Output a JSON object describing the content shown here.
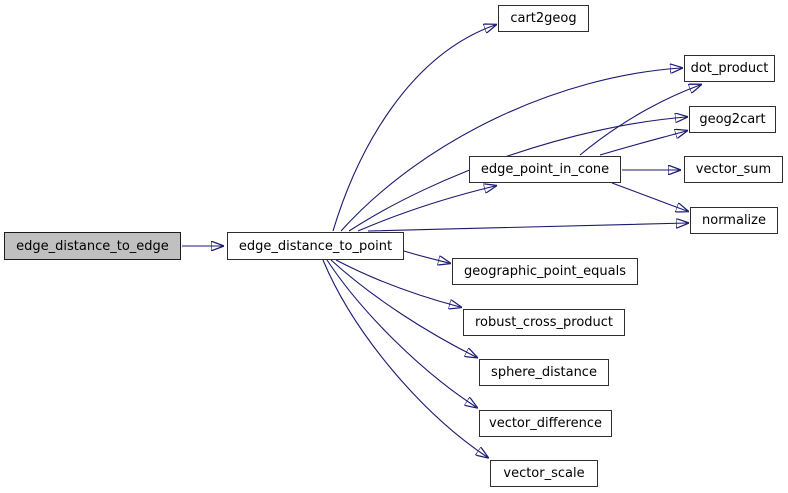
{
  "diagram": {
    "type": "call-graph",
    "colors": {
      "edge": "#191970",
      "node_border": "#2e2e2e",
      "node_fill": "#ffffff",
      "highlighted_node_fill": "#c0c0c0"
    },
    "nodes": [
      {
        "id": "edge_distance_to_edge",
        "label": "edge_distance_to_edge",
        "highlighted": true
      },
      {
        "id": "edge_distance_to_point",
        "label": "edge_distance_to_point",
        "highlighted": false
      },
      {
        "id": "cart2geog",
        "label": "cart2geog",
        "highlighted": false
      },
      {
        "id": "dot_product",
        "label": "dot_product",
        "highlighted": false
      },
      {
        "id": "geog2cart",
        "label": "geog2cart",
        "highlighted": false
      },
      {
        "id": "edge_point_in_cone",
        "label": "edge_point_in_cone",
        "highlighted": false
      },
      {
        "id": "vector_sum",
        "label": "vector_sum",
        "highlighted": false
      },
      {
        "id": "normalize",
        "label": "normalize",
        "highlighted": false
      },
      {
        "id": "geographic_point_equals",
        "label": "geographic_point_equals",
        "highlighted": false
      },
      {
        "id": "robust_cross_product",
        "label": "robust_cross_product",
        "highlighted": false
      },
      {
        "id": "sphere_distance",
        "label": "sphere_distance",
        "highlighted": false
      },
      {
        "id": "vector_difference",
        "label": "vector_difference",
        "highlighted": false
      },
      {
        "id": "vector_scale",
        "label": "vector_scale",
        "highlighted": false
      }
    ],
    "edges": [
      {
        "from": "edge_distance_to_edge",
        "to": "edge_distance_to_point"
      },
      {
        "from": "edge_distance_to_point",
        "to": "cart2geog"
      },
      {
        "from": "edge_distance_to_point",
        "to": "dot_product"
      },
      {
        "from": "edge_distance_to_point",
        "to": "geog2cart"
      },
      {
        "from": "edge_distance_to_point",
        "to": "edge_point_in_cone"
      },
      {
        "from": "edge_distance_to_point",
        "to": "normalize"
      },
      {
        "from": "edge_distance_to_point",
        "to": "geographic_point_equals"
      },
      {
        "from": "edge_distance_to_point",
        "to": "robust_cross_product"
      },
      {
        "from": "edge_distance_to_point",
        "to": "sphere_distance"
      },
      {
        "from": "edge_distance_to_point",
        "to": "vector_difference"
      },
      {
        "from": "edge_distance_to_point",
        "to": "vector_scale"
      },
      {
        "from": "edge_point_in_cone",
        "to": "dot_product"
      },
      {
        "from": "edge_point_in_cone",
        "to": "geog2cart"
      },
      {
        "from": "edge_point_in_cone",
        "to": "vector_sum"
      },
      {
        "from": "edge_point_in_cone",
        "to": "normalize"
      }
    ]
  }
}
